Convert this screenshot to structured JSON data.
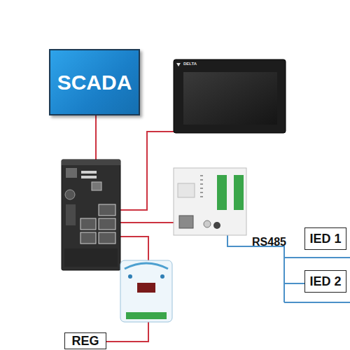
{
  "diagram": {
    "nodes": [
      {
        "text": [
          "SCADA"
        ]
      },
      {
        "text": [
          "IED 1"
        ]
      },
      {
        "text": [
          "IED 2"
        ]
      },
      {
        "text": [
          "REG"
        ]
      }
    ],
    "labels": [
      "RS485",
      "DELTA"
    ]
  }
}
